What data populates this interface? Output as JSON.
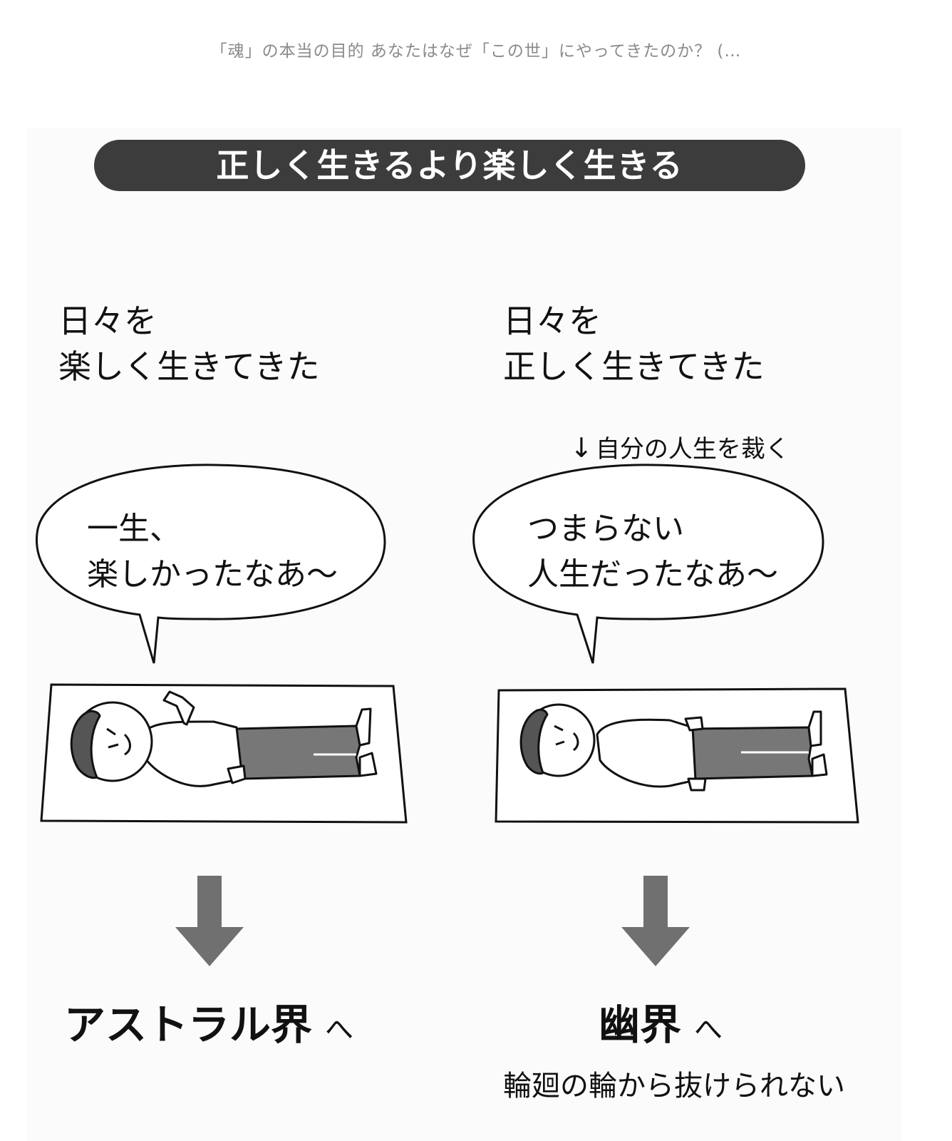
{
  "caption": "「魂」の本当の目的 あなたはなぜ「この世」にやってきたのか？ (…",
  "banner": "正しく生きるより楽しく生きる",
  "left": {
    "heading_line1": "日々を",
    "heading_line2": "楽しく生きてきた",
    "bubble_line1": "一生、",
    "bubble_line2": "楽しかったなあ〜",
    "destination": "アストラル界",
    "destination_suffix": "へ"
  },
  "right": {
    "heading_line1": "日々を",
    "heading_line2": "正しく生きてきた",
    "note": "自分の人生を裁く",
    "note_arrow": "↓",
    "bubble_line1": "つまらない",
    "bubble_line2": "人生だったなあ〜",
    "destination": "幽界",
    "destination_suffix": "へ",
    "subtext": "輪廻の輪から抜けられない"
  }
}
